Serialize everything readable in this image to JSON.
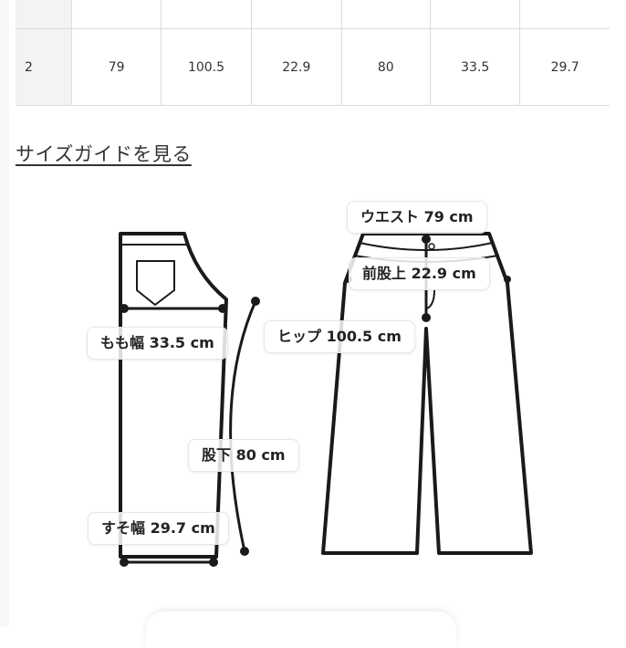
{
  "size_table": {
    "header_row": [
      "",
      "",
      "",
      "",
      "",
      "",
      ""
    ],
    "rows": [
      {
        "size": "2",
        "waist": "79",
        "hip": "100.5",
        "front_rise": "22.9",
        "inseam": "80",
        "thigh": "33.5",
        "hem": "29.7"
      }
    ]
  },
  "size_guide_link": "サイズガイドを見る",
  "diagram": {
    "labels": {
      "waist": "ウエスト 79 cm",
      "front_rise": "前股上 22.9 cm",
      "hip": "ヒップ 100.5 cm",
      "thigh": "もも幅 33.5 cm",
      "inseam": "股下 80 cm",
      "hem": "すそ幅 29.7 cm"
    },
    "line_color": "#1a1a1a"
  }
}
